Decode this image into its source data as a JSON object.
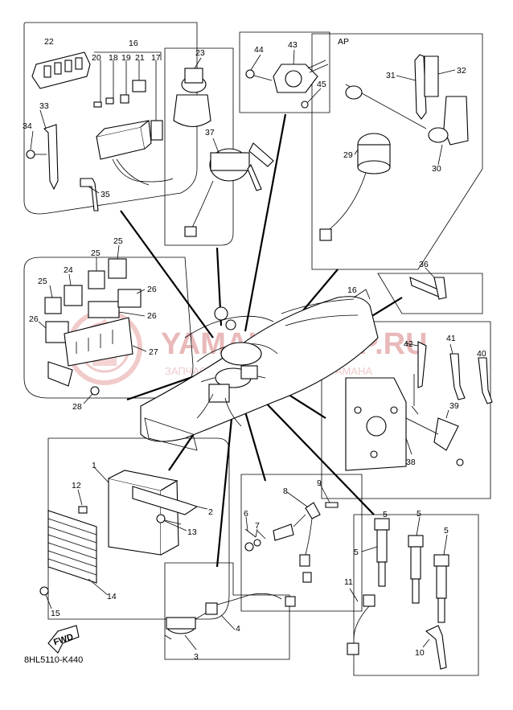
{
  "diagram": {
    "code": "8HL5110-K440",
    "ap_label": "AP",
    "fwd_label": "FWD",
    "watermark_main": "YAMAHASHOP.RU",
    "watermark_sub": "ЗАПЧАСТИ ДЛЯ ГИДРОЦИКЛОВ YAMAHA"
  },
  "callouts": {
    "c1": "1",
    "c2": "2",
    "c3": "3",
    "c4": "4",
    "c5a": "5",
    "c5b": "5",
    "c5c": "5",
    "c5d": "5",
    "c6": "6",
    "c7": "7",
    "c8": "8",
    "c9": "9",
    "c10": "10",
    "c11": "11",
    "c12": "12",
    "c13": "13",
    "c14": "14",
    "c15": "15",
    "c16a": "16",
    "c16b": "16",
    "c17": "17",
    "c18": "18",
    "c19": "19",
    "c20": "20",
    "c21": "21",
    "c22": "22",
    "c23": "23",
    "c24": "24",
    "c25a": "25",
    "c25b": "25",
    "c25c": "25",
    "c26a": "26",
    "c26b": "26",
    "c26c": "26",
    "c27": "27",
    "c28": "28",
    "c29": "29",
    "c30": "30",
    "c31": "31",
    "c32": "32",
    "c33": "33",
    "c34": "34",
    "c35": "35",
    "c36": "36",
    "c37": "37",
    "c38": "38",
    "c39": "39",
    "c40": "40",
    "c41": "41",
    "c42": "42",
    "c43": "43",
    "c44": "44",
    "c45": "45"
  }
}
